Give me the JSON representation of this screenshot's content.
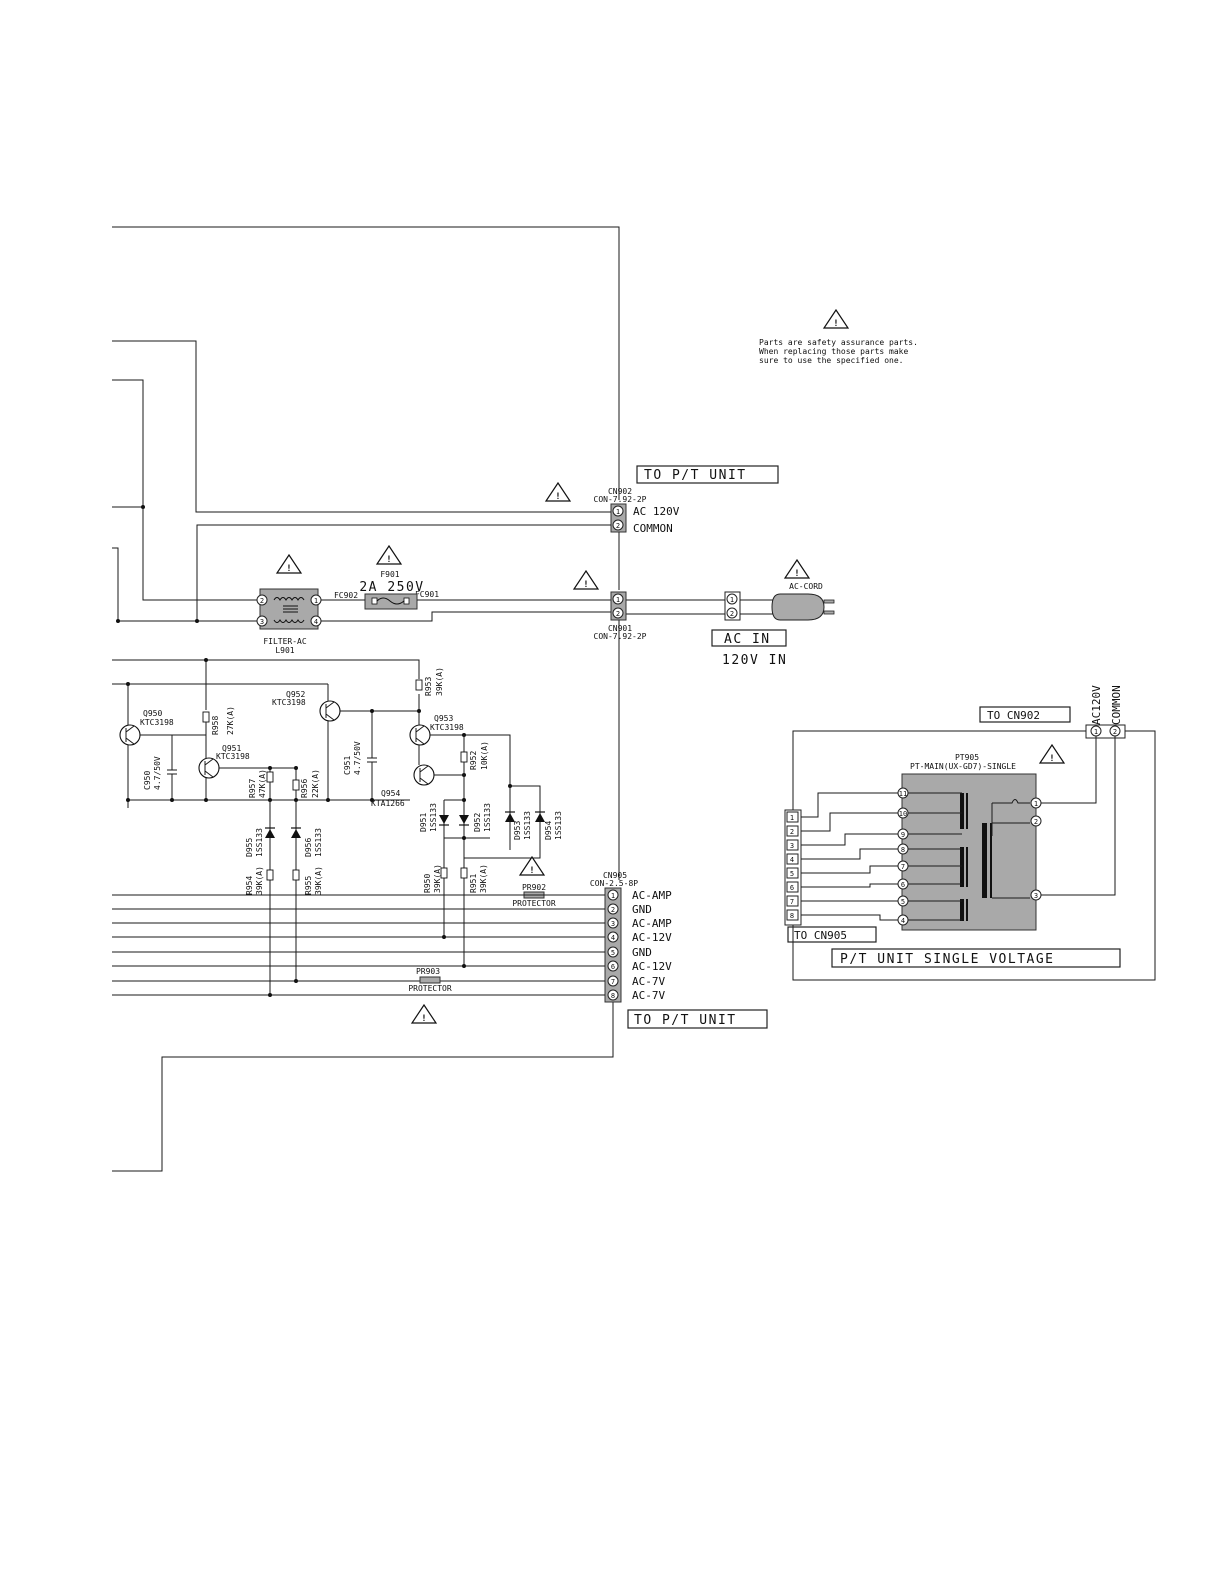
{
  "safety_note": {
    "line1": "Parts are safety assurance parts.",
    "line2": "When replacing those parts make",
    "line3": "sure to use the specified one."
  },
  "cn902": {
    "ref": "CN902",
    "part": "CON-7.92-2P",
    "box_label": "TO P/T UNIT",
    "pins": [
      "1",
      "2"
    ],
    "pin_labels": [
      "AC 120V",
      "COMMON"
    ]
  },
  "cn901": {
    "ref": "CN901",
    "part": "CON-7.92-2P",
    "pins": [
      "1",
      "2"
    ]
  },
  "fuse": {
    "ref": "F901",
    "rating": "2A 250V",
    "left_holder": "FC902",
    "right_holder": "FC901"
  },
  "filter": {
    "name": "FILTER-AC",
    "ref": "L901",
    "pins": [
      "2",
      "1",
      "3",
      "4"
    ]
  },
  "ac_cord": {
    "label": "AC-CORD",
    "box_label": "AC IN",
    "voltage": "120V IN",
    "pins": [
      "1",
      "2"
    ]
  },
  "transistors": {
    "q950": {
      "ref": "Q950",
      "part": "KTC3198"
    },
    "q951": {
      "ref": "Q951",
      "part": "KTC3198"
    },
    "q952": {
      "ref": "Q952",
      "part": "KTC3198"
    },
    "q953": {
      "ref": "Q953",
      "part": "KTC3198"
    },
    "q954": {
      "ref": "Q954",
      "part": "KTA1266"
    }
  },
  "capacitors": {
    "c950": {
      "ref": "C950",
      "value": "4.7/50V"
    },
    "c951": {
      "ref": "C951",
      "value": "4.7/50V"
    }
  },
  "resistors": {
    "r958": {
      "ref": "R958",
      "value": "27K(A)"
    },
    "r957": {
      "ref": "R957",
      "value": "47K(A)"
    },
    "r956": {
      "ref": "R956",
      "value": "22K(A)"
    },
    "r953": {
      "ref": "R953",
      "value": "39K(A)"
    },
    "r952": {
      "ref": "R952",
      "value": "10K(A)"
    },
    "r954": {
      "ref": "R954",
      "value": "39K(A)"
    },
    "r955": {
      "ref": "R955",
      "value": "39K(A)"
    },
    "r950": {
      "ref": "R950",
      "value": "39K(A)"
    },
    "r951": {
      "ref": "R951",
      "value": "39K(A)"
    }
  },
  "diodes": {
    "d955": {
      "ref": "D955",
      "part": "1SS133"
    },
    "d956": {
      "ref": "D956",
      "part": "1SS133"
    },
    "d951": {
      "ref": "D951",
      "part": "1SS133"
    },
    "d952": {
      "ref": "D952",
      "part": "1SS133"
    },
    "d953": {
      "ref": "D953",
      "part": "1SS133"
    },
    "d954": {
      "ref": "D954",
      "part": "1SS133"
    }
  },
  "protectors": {
    "pr902": {
      "ref": "PR902",
      "label": "PROTECTOR"
    },
    "pr903": {
      "ref": "PR903",
      "label": "PROTECTOR"
    }
  },
  "cn905": {
    "ref": "CN905",
    "part": "CON-2.5-8P",
    "box_label": "TO P/T UNIT",
    "pins": [
      "1",
      "2",
      "3",
      "4",
      "5",
      "6",
      "7",
      "8"
    ],
    "pin_labels": [
      "AC-AMP",
      "GND",
      "AC-AMP",
      "AC-12V",
      "GND",
      "AC-12V",
      "AC-7V",
      "AC-7V"
    ]
  },
  "pt_unit": {
    "title": "P/T UNIT SINGLE VOLTAGE",
    "ref": "PT905",
    "part": "PT-MAIN(UX-GD7)-SINGLE",
    "to_cn902": "TO CN902",
    "to_cn905": "TO CN905",
    "top_labels": [
      "AC120V",
      "COMMON"
    ],
    "top_pins": [
      "1",
      "2"
    ],
    "connector_pins": [
      "1",
      "2",
      "3",
      "4",
      "5",
      "6",
      "7",
      "8"
    ],
    "secondary_pins": [
      "11",
      "10",
      "9",
      "8",
      "7",
      "6",
      "5",
      "4"
    ],
    "primary_pins": [
      "1",
      "2",
      "3"
    ]
  },
  "colors": {
    "ink": "#1a1a1a",
    "gray_fill": "#a9a9a9",
    "paper": "#ffffff"
  }
}
